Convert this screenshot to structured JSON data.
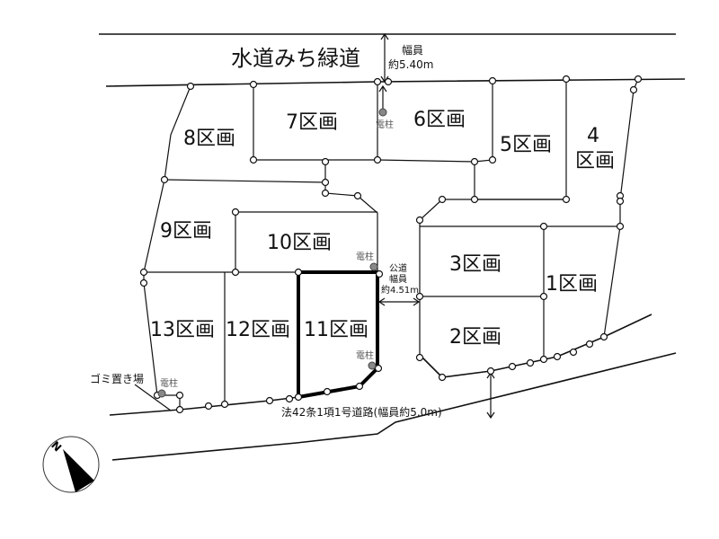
{
  "title": "区画図",
  "roads": {
    "north_name": "水道みち緑道",
    "north_width_label": "幅員",
    "north_width_value": "約5.40m",
    "east_public_label": "公道",
    "east_width_label": "幅員",
    "east_width_value": "約4.51m",
    "south_name": "法42条1項1号道路(幅員約5.0m)"
  },
  "plots": [
    "1区画",
    "2区画",
    "3区画",
    "4",
    "区画",
    "5区画",
    "6区画",
    "7区画",
    "8区画",
    "9区画",
    "10区画",
    "11区画",
    "12区画",
    "13区画"
  ],
  "utility_pole_label": "電柱",
  "garbage_area_label": "ゴミ置き場",
  "compass": {
    "label": "N"
  },
  "colors": {
    "highlight_plot": "#000000",
    "pole": "#888888"
  }
}
